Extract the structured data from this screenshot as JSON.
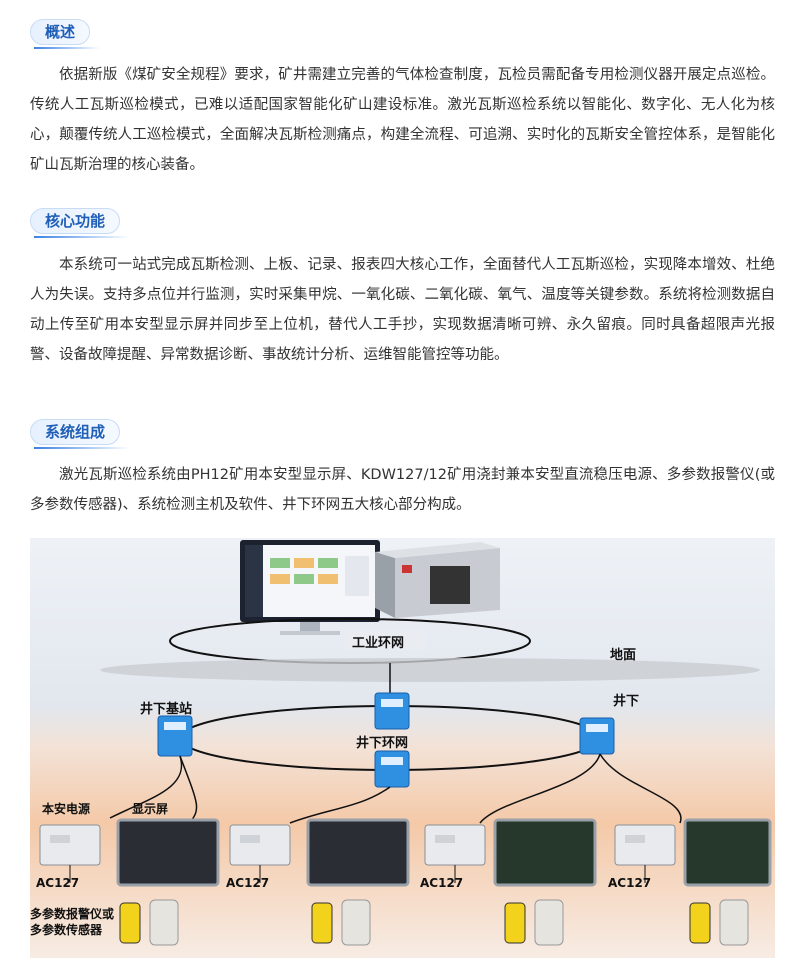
{
  "sections": [
    {
      "title": "概述",
      "text": "依据新版《煤矿安全规程》要求，矿井需建立完善的气体检查制度，瓦检员需配备专用检测仪器开展定点巡检。传统人工瓦斯巡检模式，已难以适配国家智能化矿山建设标准。激光瓦斯巡检系统以智能化、数字化、无人化为核心，颠覆传统人工巡检模式，全面解决瓦斯检测痛点，构建全流程、可追溯、实时化的瓦斯安全管控体系，是智能化矿山瓦斯治理的核心装备。"
    },
    {
      "title": "核心功能",
      "text": "本系统可一站式完成瓦斯检测、上板、记录、报表四大核心工作，全面替代人工瓦斯巡检，实现降本增效、杜绝人为失误。支持多点位并行监测，实时采集甲烷、一氧化碳、二氧化碳、氧气、温度等关键参数。系统将检测数据自动上传至矿用本安型显示屏并同步至上位机，替代人工手抄，实现数据清晰可辨、永久留痕。同时具备超限声光报警、设备故障提醒、异常数据诊断、事故统计分析、运维智能管控等功能。"
    },
    {
      "title": "系统组成",
      "text": "激光瓦斯巡检系统由PH12矿用本安型显示屏、KDW127/12矿用浇封兼本安型直流稳压电源、多参数报警仪(或多参数传感器)、系统检测主机及软件、井下环网五大核心部分构成。"
    }
  ],
  "diagram": {
    "industrial_ring": "工业环网",
    "ground": "地面",
    "underground": "井下",
    "base_station": "井下基站",
    "underground_ring": "井下环网",
    "power_supply": "本安电源",
    "display": "显示屏",
    "ac_labels": [
      "AC127",
      "AC127",
      "AC127",
      "AC127"
    ],
    "detector": "多参数报警仪或\n多参数传感器",
    "colors": {
      "accent": "#1f5fb8",
      "station": "#2f8fe0",
      "detector": "#f2d21b"
    }
  }
}
